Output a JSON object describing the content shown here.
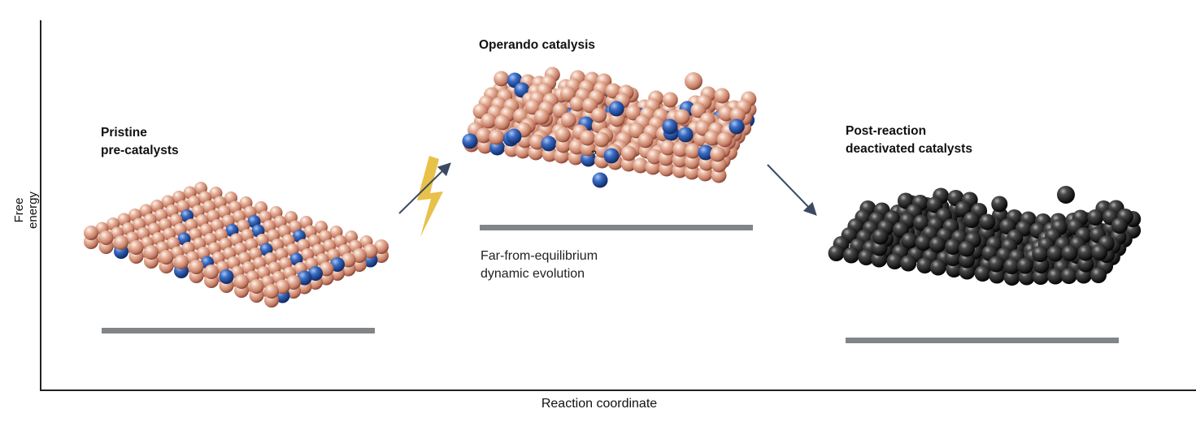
{
  "axes": {
    "y_label": "Free energy",
    "x_label": "Reaction coordinate"
  },
  "stages": [
    {
      "title_line1": "Pristine",
      "title_line2": "pre-catalysts"
    },
    {
      "title_line1": "Operando catalysis",
      "caption_line1": "Far-from-equilibrium",
      "caption_line2": "dynamic evolution",
      "marker": "?"
    },
    {
      "title_line1": "Post-reaction",
      "title_line2": "deactivated catalysts"
    }
  ],
  "colors": {
    "copper": "#d9977f",
    "dopant": "#2d5fb8",
    "deactivated": "#2a2a2a",
    "level_bar": "#818588",
    "arrow": "#3b4a60",
    "lightning": "#e8c14a"
  }
}
